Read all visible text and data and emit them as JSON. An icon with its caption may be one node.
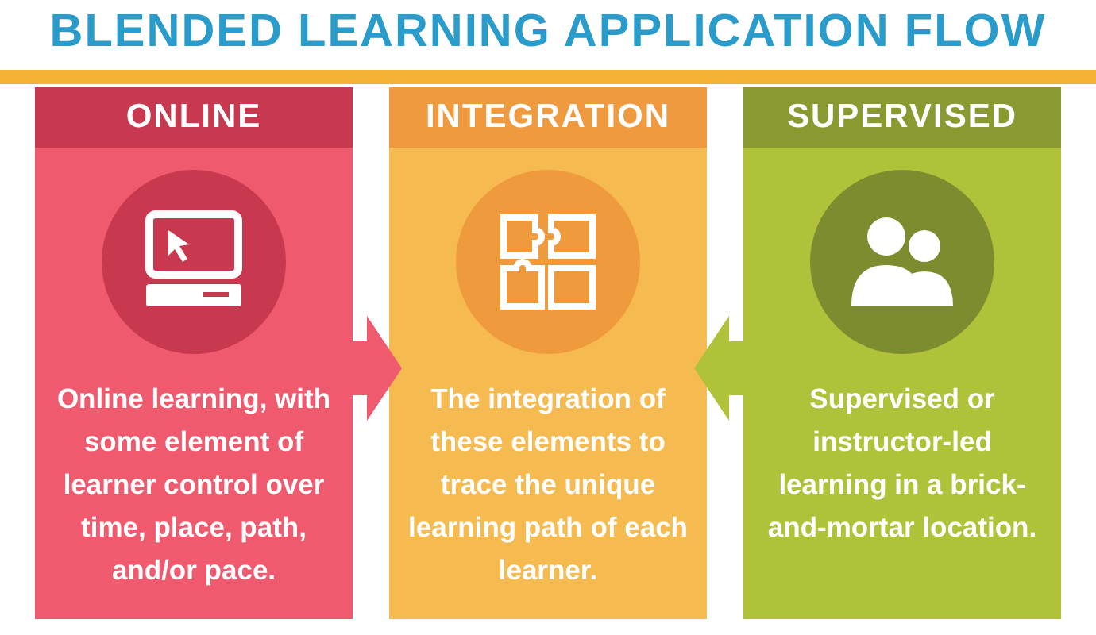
{
  "diagram": {
    "title": "BLENDED LEARNING APPLICATION FLOW",
    "nodes": [
      {
        "text": [
          "ONLINE",
          "Online learning, with some element of learner control over time, place, path, and/or pace."
        ]
      },
      {
        "text": [
          "INTEGRATION",
          "The integration of these elements to trace the unique learning path of each learner."
        ]
      },
      {
        "text": [
          "SUPERVISED",
          "Supervised or instructor-led learning in a brick-and-mortar location."
        ]
      }
    ],
    "edges": [
      {
        "from": 0,
        "to": 1,
        "arrow": "to",
        "color": "#f05a6e"
      },
      {
        "from": 2,
        "to": 1,
        "arrow": "to",
        "color": "#b0c23a"
      }
    ]
  }
}
